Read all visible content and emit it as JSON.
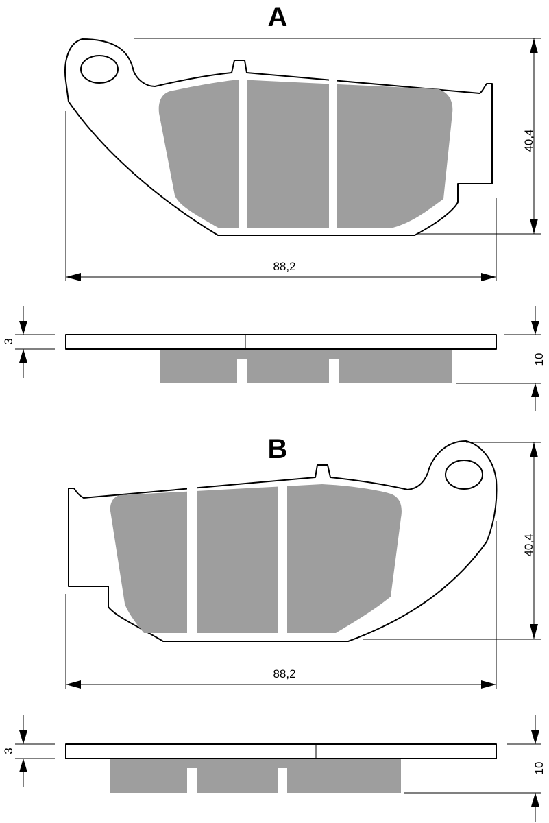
{
  "diagram": {
    "pad_a": {
      "label": "A",
      "width_label": "88,2",
      "height_label": "40,4",
      "backing_thickness_label": "3",
      "total_thickness_label": "10"
    },
    "pad_b": {
      "label": "B",
      "width_label": "88,2",
      "height_label": "40,4",
      "backing_thickness_label": "3",
      "total_thickness_label": "10"
    },
    "colors": {
      "friction_material": "#9e9e9e",
      "outline": "#000000",
      "background": "#ffffff"
    }
  }
}
